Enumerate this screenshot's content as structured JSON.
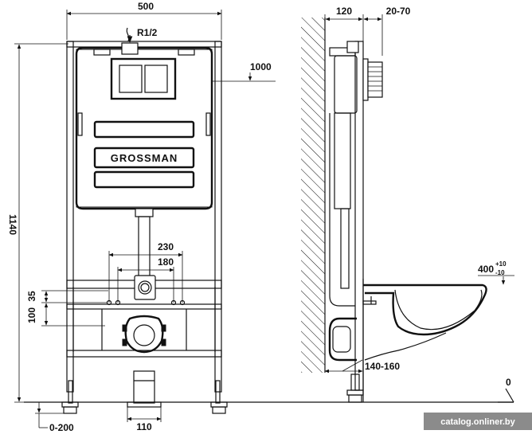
{
  "diagram": {
    "brand": "GROSSMAN",
    "watermark": "catalog.onliner.by",
    "front_view": {
      "width": "500",
      "height": "1140",
      "pipe": "R1/2",
      "spacing_outer": "230",
      "spacing_inner": "180",
      "offset_a": "35",
      "offset_b": "100",
      "foot_width": "110",
      "foot_adjust": "0-200"
    },
    "side_view": {
      "depth": "120",
      "wall_gap": "20-70",
      "button_height": "1000",
      "bowl_height_value": "400",
      "bowl_tol_plus": "+10",
      "bowl_tol_minus": "-10",
      "floor": "0",
      "outlet": "140-160"
    }
  }
}
